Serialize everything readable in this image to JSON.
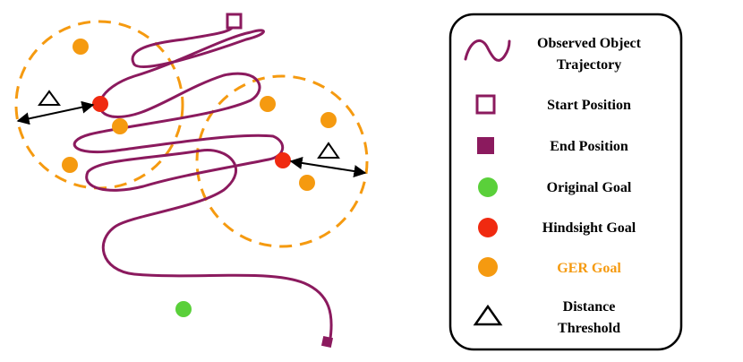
{
  "colors": {
    "trajectory": "#8b1a5e",
    "ger_goal": "#f59a10",
    "hindsight_goal": "#f02a10",
    "original_goal": "#5ad03a",
    "circle_dash": "#f59a10",
    "text": "#000000"
  },
  "legend": {
    "items": [
      {
        "id": "trajectory",
        "symbol": "wave",
        "lines": [
          "Observed Object",
          "Trajectory"
        ]
      },
      {
        "id": "start",
        "symbol": "hollow-square",
        "lines": [
          "Start Position"
        ]
      },
      {
        "id": "end",
        "symbol": "filled-square",
        "lines": [
          "End Position"
        ]
      },
      {
        "id": "original",
        "symbol": "green-dot",
        "lines": [
          "Original Goal"
        ]
      },
      {
        "id": "hindsight",
        "symbol": "red-dot",
        "lines": [
          "Hindsight Goal"
        ]
      },
      {
        "id": "ger",
        "symbol": "orange-dot",
        "lines": [
          "GER Goal"
        ]
      },
      {
        "id": "threshold",
        "symbol": "triangle",
        "lines": [
          "Distance",
          "Threshold"
        ]
      }
    ]
  }
}
